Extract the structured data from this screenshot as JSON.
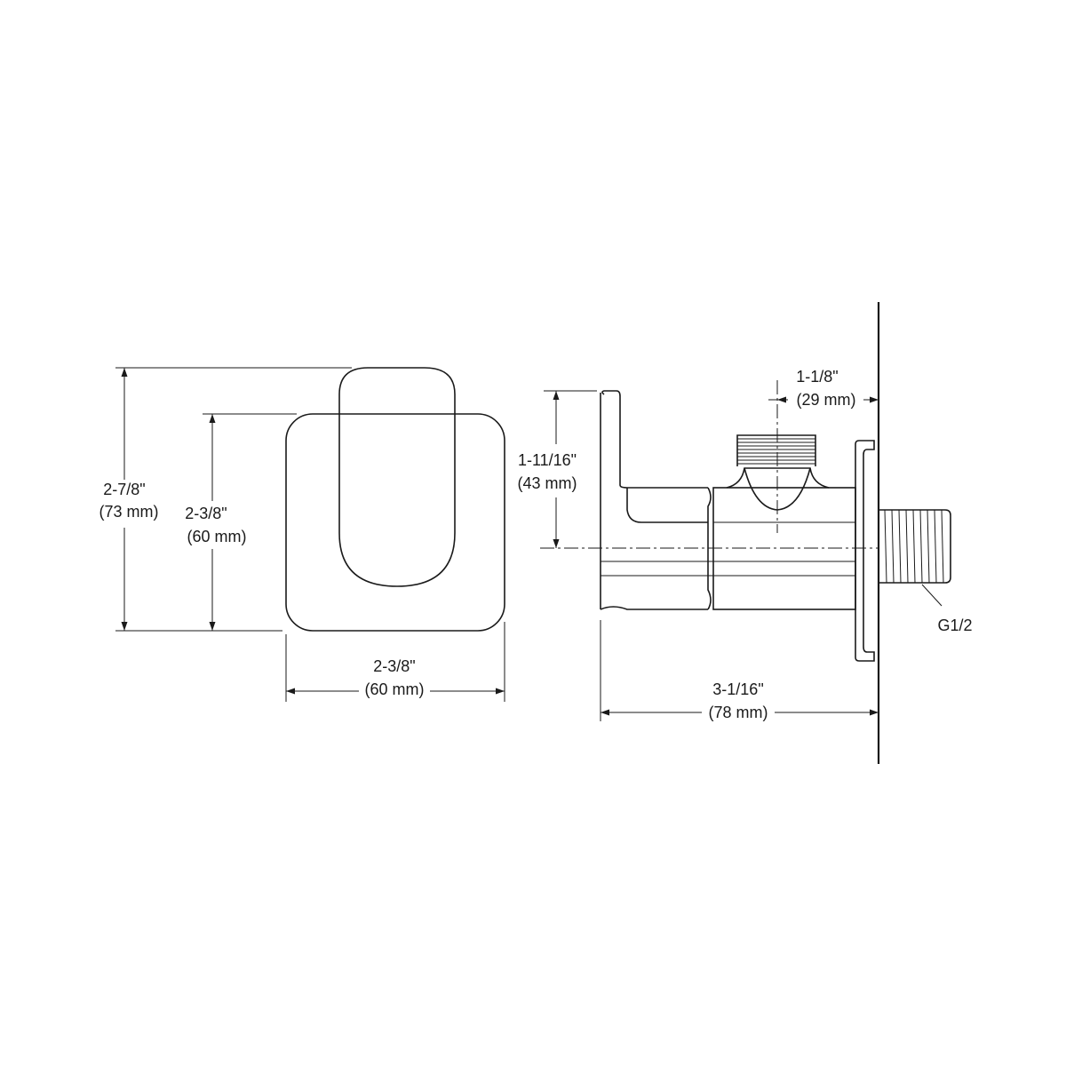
{
  "front_view": {
    "total_height": {
      "imperial": "2-7/8\"",
      "metric": "(73 mm)"
    },
    "plate_height": {
      "imperial": "2-3/8\"",
      "metric": "(60 mm)"
    },
    "plate_width": {
      "imperial": "2-3/8\"",
      "metric": "(60 mm)"
    }
  },
  "side_view": {
    "handle_height": {
      "imperial": "1-11/16\"",
      "metric": "(43 mm)"
    },
    "outlet_offset": {
      "imperial": "1-1/8\"",
      "metric": "(29 mm)"
    },
    "total_depth": {
      "imperial": "3-1/16\"",
      "metric": "(78 mm)"
    },
    "thread": "G1/2"
  }
}
